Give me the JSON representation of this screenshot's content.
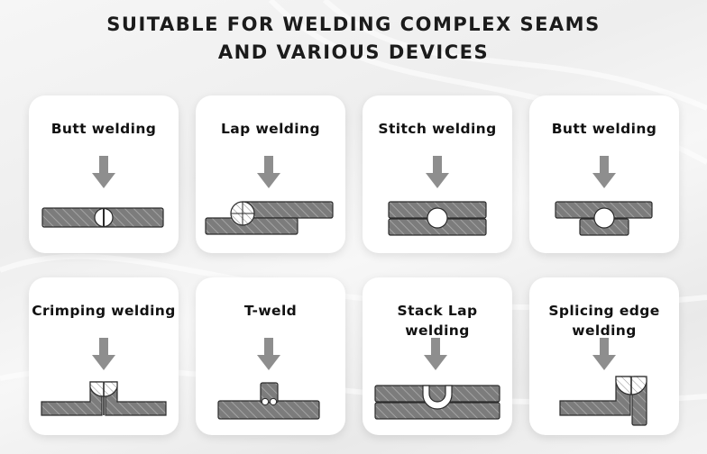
{
  "title": {
    "line1": "SUITABLE FOR WELDING COMPLEX SEAMS",
    "line2": "AND VARIOUS DEVICES"
  },
  "cards": [
    {
      "label": "Butt welding",
      "icon": "butt-weld-diagram"
    },
    {
      "label": "Lap welding",
      "icon": "lap-weld-diagram"
    },
    {
      "label": "Stitch welding",
      "icon": "stitch-weld-diagram"
    },
    {
      "label": "Butt welding",
      "icon": "butt-weld-offset-diagram"
    },
    {
      "label": "Crimping welding",
      "icon": "crimping-weld-diagram"
    },
    {
      "label": "T-weld",
      "icon": "t-weld-diagram"
    },
    {
      "label": "Stack Lap welding",
      "icon": "stack-lap-weld-diagram"
    },
    {
      "label": "Splicing edge welding",
      "icon": "splicing-edge-weld-diagram"
    }
  ],
  "colors": {
    "plate": "#7e7e7e",
    "arrow": "#8e8e8e",
    "card": "#ffffff"
  }
}
